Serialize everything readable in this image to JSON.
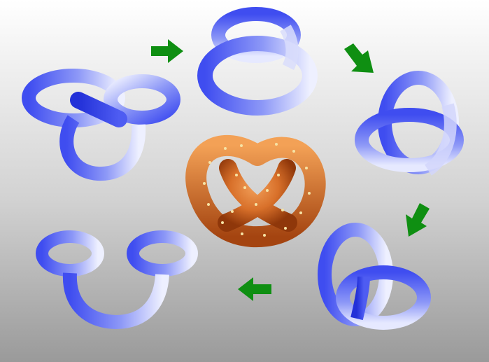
{
  "diagram": {
    "description_free": true,
    "colors": {
      "background_top": "#ffffff",
      "background_bottom": "#9a9a9a",
      "tube_dark": "#3f4df0",
      "tube_mid": "#8d98f7",
      "tube_light": "#eef0ff",
      "arrow": "#0f8f12",
      "pretzel_light": "#e98a36",
      "pretzel_dark": "#9c3d0b",
      "salt": "#f6e3a5"
    },
    "stages": [
      {
        "id": "stage-1",
        "shape": "linked-loops-with-crossing-bar"
      },
      {
        "id": "stage-2",
        "shape": "double-ring-with-vertical-bar"
      },
      {
        "id": "stage-3",
        "shape": "torus-knot-form"
      },
      {
        "id": "stage-4",
        "shape": "twisted-loops"
      },
      {
        "id": "stage-5",
        "shape": "two-loops-u-shape"
      }
    ],
    "arrows": [
      {
        "id": "arrow-1",
        "direction": "right"
      },
      {
        "id": "arrow-2",
        "direction": "down-right"
      },
      {
        "id": "arrow-3",
        "direction": "down-left"
      },
      {
        "id": "arrow-4",
        "direction": "left"
      }
    ],
    "center": {
      "id": "pretzel",
      "icon": "pretzel-icon"
    }
  }
}
